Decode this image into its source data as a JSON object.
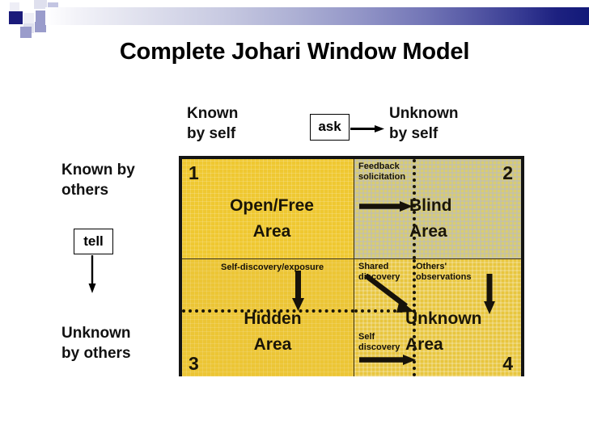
{
  "slide": {
    "title": "Complete Johari Window Model"
  },
  "header": {
    "gradient_from": "#ffffff",
    "gradient_to": "#121a79",
    "accent_dark": "#1a1a7a",
    "accent_mid": "#9a9ccb"
  },
  "axes": {
    "top_left": "Known\nby self",
    "top_right": "Unknown\nby  self",
    "left_top": "Known by\nothers",
    "left_bottom": "Unknown\nby others"
  },
  "actions": {
    "ask": "ask",
    "tell": "tell"
  },
  "quadrants": [
    {
      "number": "1",
      "title": "Open/Free\nArea",
      "fill": "#efc831",
      "annotations": []
    },
    {
      "number": "2",
      "title": "Blind\nArea",
      "fill": "#d8cc72",
      "annotations": [
        "Feedback\nsolicitation"
      ]
    },
    {
      "number": "3",
      "title": "Hidden\nArea",
      "fill": "#ecc535",
      "annotations": [
        "Self-discovery/exposure"
      ]
    },
    {
      "number": "4",
      "title": "Unknown\nArea",
      "fill": "#e8c63e",
      "annotations": [
        "Shared\ndiscovery",
        "Others'\nobservations",
        "Self\ndiscovery"
      ]
    }
  ]
}
